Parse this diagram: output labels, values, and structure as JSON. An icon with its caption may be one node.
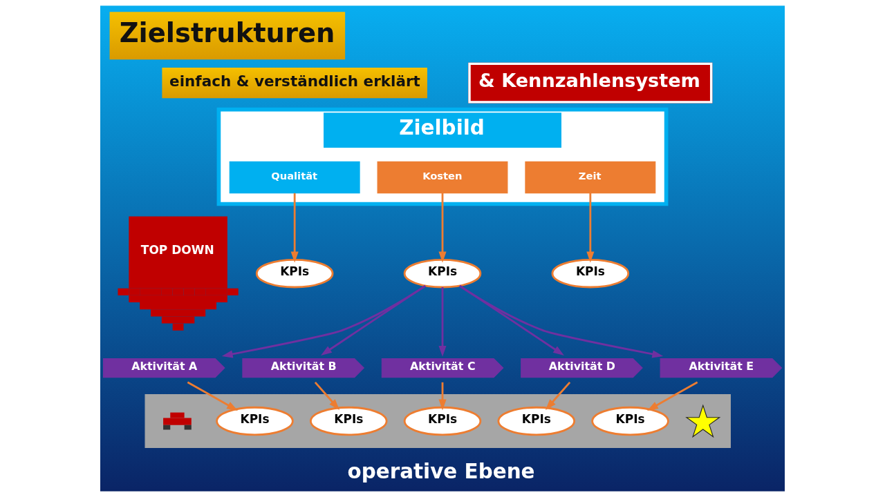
{
  "diagram": {
    "title": "Zielstrukturen",
    "nodes": [
      {
        "text": [
          "Zielbild"
        ]
      },
      {
        "text": [
          "Qualität"
        ],
        "in": 0
      },
      {
        "text": [
          "Kosten"
        ],
        "in": 0
      },
      {
        "text": [
          "Zeit"
        ],
        "in": 0
      },
      {
        "text": [
          "KPIs"
        ]
      },
      {
        "text": [
          "KPIs"
        ]
      },
      {
        "text": [
          "KPIs"
        ]
      },
      {
        "text": [
          "Aktivität A"
        ]
      },
      {
        "text": [
          "Aktivität B"
        ]
      },
      {
        "text": [
          "Aktivität C"
        ]
      },
      {
        "text": [
          "Aktivität D"
        ]
      },
      {
        "text": [
          "Aktivität E"
        ]
      },
      {
        "text": [],
        "shape": "bar"
      },
      {
        "text": [],
        "shape": "picture",
        "in": 12
      },
      {
        "text": [
          "KPIs"
        ],
        "in": 12
      },
      {
        "text": [
          "KPIs"
        ],
        "in": 12
      },
      {
        "text": [
          "KPIs"
        ],
        "in": 12
      },
      {
        "text": [
          "KPIs"
        ],
        "in": 12
      },
      {
        "text": [
          "KPIs"
        ],
        "in": 12
      },
      {
        "text": [],
        "shape": "star",
        "in": 12
      }
    ],
    "edges": [
      {
        "from": 1,
        "to": 4,
        "arrow": "to"
      },
      {
        "from": 2,
        "to": 5,
        "arrow": "to"
      },
      {
        "from": 3,
        "to": 6,
        "arrow": "to"
      },
      {
        "from": 5,
        "to": 7,
        "arrow": "to",
        "color": "#7030a0"
      },
      {
        "from": 5,
        "to": 8,
        "arrow": "to",
        "color": "#7030a0"
      },
      {
        "from": 5,
        "to": 9,
        "arrow": "to",
        "color": "#7030a0"
      },
      {
        "from": 5,
        "to": 10,
        "arrow": "to",
        "color": "#7030a0"
      },
      {
        "from": 5,
        "to": 11,
        "arrow": "to",
        "color": "#7030a0"
      },
      {
        "from": 7,
        "to": 14,
        "arrow": "to"
      },
      {
        "from": 8,
        "to": 15,
        "arrow": "to"
      },
      {
        "from": 9,
        "to": 16,
        "arrow": "to"
      },
      {
        "from": 10,
        "to": 17,
        "arrow": "to"
      },
      {
        "from": 11,
        "to": 18,
        "arrow": "to"
      }
    ],
    "labels": [
      "einfach & verständlich erklärt",
      "& Kennzahlensystem",
      "TOP DOWN",
      "operative Ebene"
    ]
  }
}
